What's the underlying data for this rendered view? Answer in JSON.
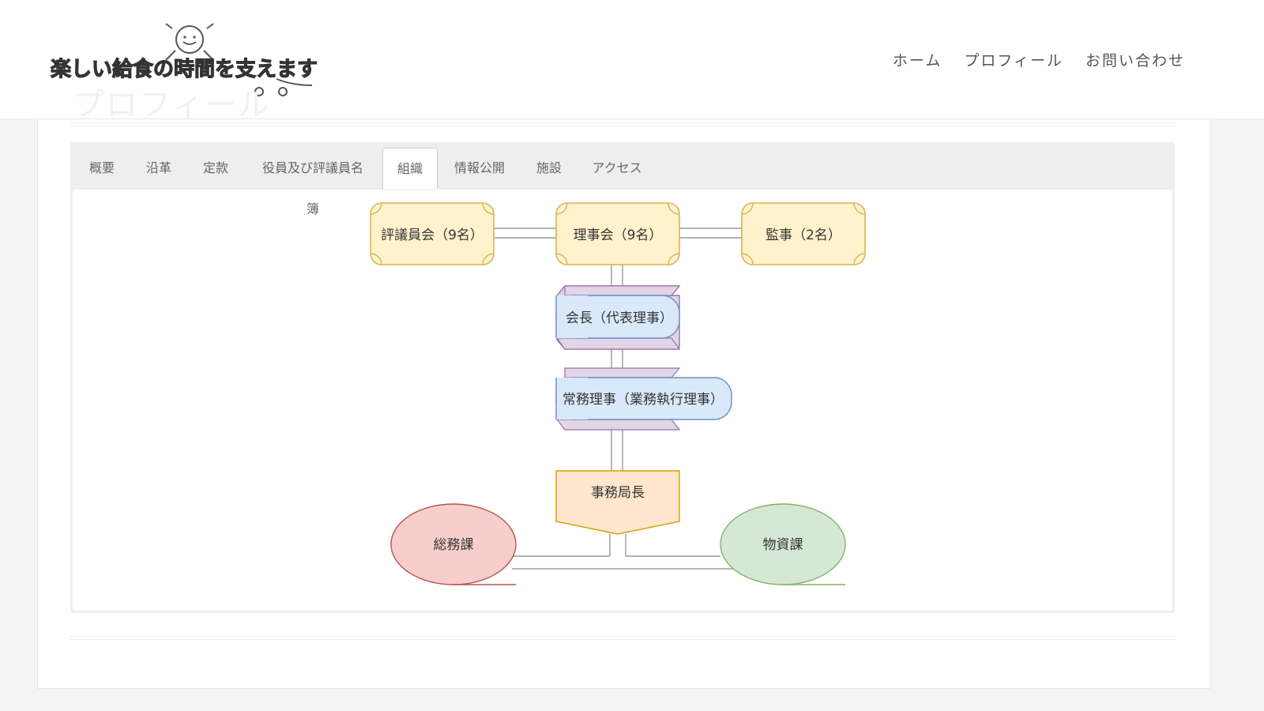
{
  "header": {
    "logo_text": "楽しい給食の時間を支えます",
    "ghost_title": "プロフィール",
    "nav": [
      "ホーム",
      "プロフィール",
      "お問い合わせ"
    ]
  },
  "tabs": [
    {
      "label": "概要",
      "active": false
    },
    {
      "label": "沿革",
      "active": false
    },
    {
      "label": "定款",
      "active": false
    },
    {
      "label": "役員及び評議員名簿",
      "active": false
    },
    {
      "label": "組織",
      "active": true
    },
    {
      "label": "情報公開",
      "active": false
    },
    {
      "label": "施設",
      "active": false
    },
    {
      "label": "アクセス",
      "active": false
    }
  ],
  "org_chart": {
    "councilors": "評議員会（9名）",
    "board": "理事会（9名）",
    "auditors": "監事（2名）",
    "chairman": "会長（代表理事）",
    "executive_director": "常務理事（業務執行理事）",
    "secretary_general": "事務局長",
    "general_affairs": "総務課",
    "materials": "物資課"
  },
  "colors": {
    "yellow_fill": "#fff2cc",
    "yellow_stroke": "#d6b656",
    "blue_fill": "#dae8fc",
    "purple_fill": "#e1d5e7",
    "purple_stroke": "#9673a6",
    "orange_fill": "#ffe6cc",
    "orange_stroke": "#d79b00",
    "red_fill": "#f8cecc",
    "red_stroke": "#b85450",
    "green_fill": "#d5e8d4",
    "green_stroke": "#82b366"
  }
}
